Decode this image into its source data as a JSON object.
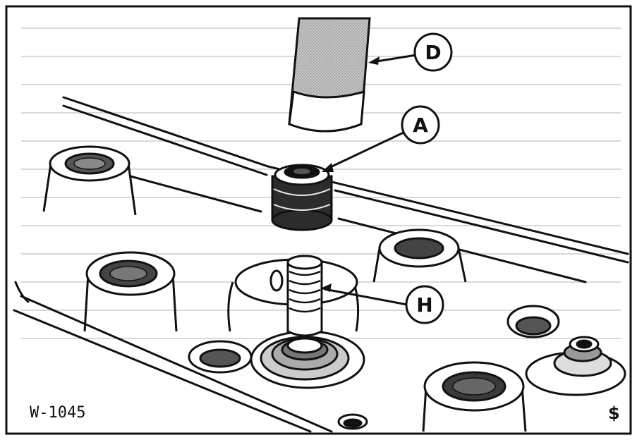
{
  "figure": {
    "id_label": "W-1045",
    "corner_mark": "$",
    "callouts": [
      {
        "key": "D",
        "label": "D"
      },
      {
        "key": "A",
        "label": "A"
      },
      {
        "key": "H",
        "label": "H"
      }
    ]
  },
  "colors": {
    "ink": "#111111",
    "paper": "#ffffff",
    "tone": "#b9b9b9",
    "dark": "#3a3a3a"
  }
}
